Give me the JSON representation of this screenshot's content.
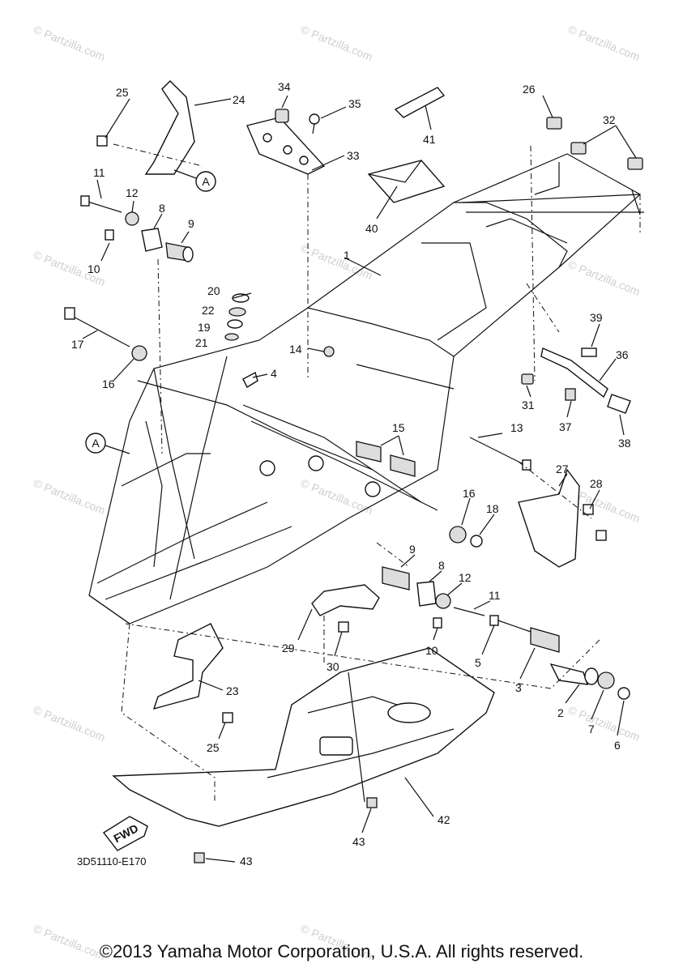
{
  "watermark": {
    "small": "© Partzilla.com",
    "large": "© Partzilla.com"
  },
  "callouts": [
    "1",
    "2",
    "3",
    "4",
    "5",
    "6",
    "7",
    "8",
    "8",
    "9",
    "9",
    "10",
    "10",
    "11",
    "11",
    "12",
    "12",
    "13",
    "14",
    "15",
    "16",
    "16",
    "17",
    "18",
    "19",
    "20",
    "21",
    "22",
    "23",
    "24",
    "25",
    "25",
    "26",
    "27",
    "28",
    "29",
    "30",
    "31",
    "32",
    "33",
    "34",
    "35",
    "36",
    "37",
    "38",
    "39",
    "40",
    "41",
    "42",
    "43",
    "43"
  ],
  "ref_marker": "A",
  "fwd_label": "FWD",
  "diagram_code": "3D51110-E170",
  "copyright": "©2013 Yamaha Motor Corporation, U.S.A. All rights reserved."
}
